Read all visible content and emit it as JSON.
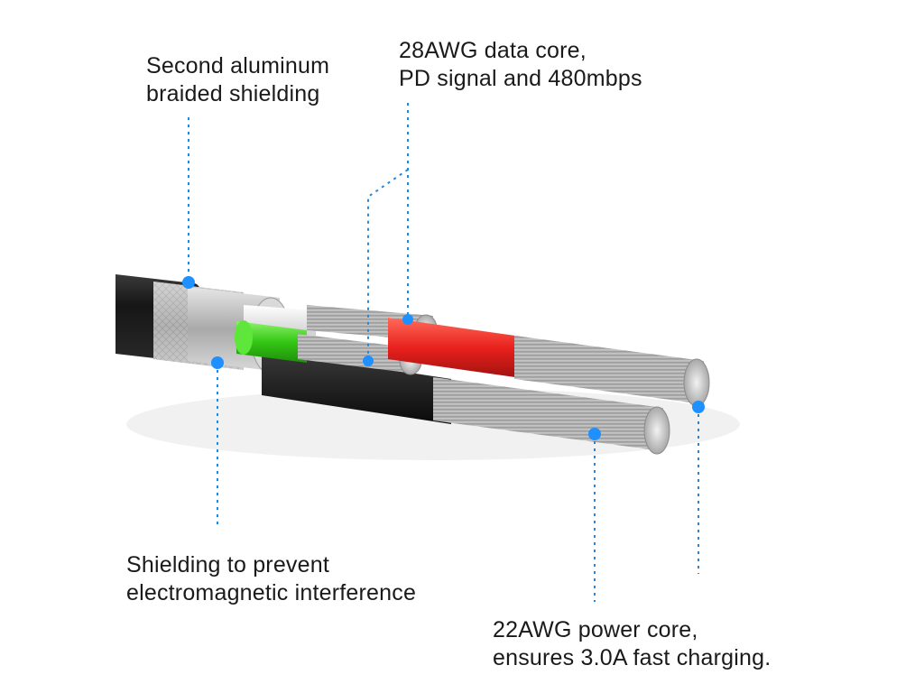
{
  "annotations": {
    "second_shielding": {
      "line1": "Second aluminum",
      "line2": "braided shielding"
    },
    "data_core": {
      "line1": "28AWG data core,",
      "line2": "PD signal and 480mbps"
    },
    "emi_shielding": {
      "line1": "Shielding to prevent",
      "line2": "electromagnetic interference"
    },
    "power_core": {
      "line1": "22AWG power core,",
      "line2": "ensures 3.0A fast charging."
    }
  },
  "colors": {
    "leader": "#1e88e5",
    "dot": "#1e90ff",
    "jacket": "#1c1c1c",
    "foil": "#c8c8c8",
    "green_wire": "#3fd11a",
    "white_wire": "#f2f2f2",
    "red_wire": "#e8201c",
    "black_wire": "#141414",
    "strands": "#b9b9b9"
  }
}
